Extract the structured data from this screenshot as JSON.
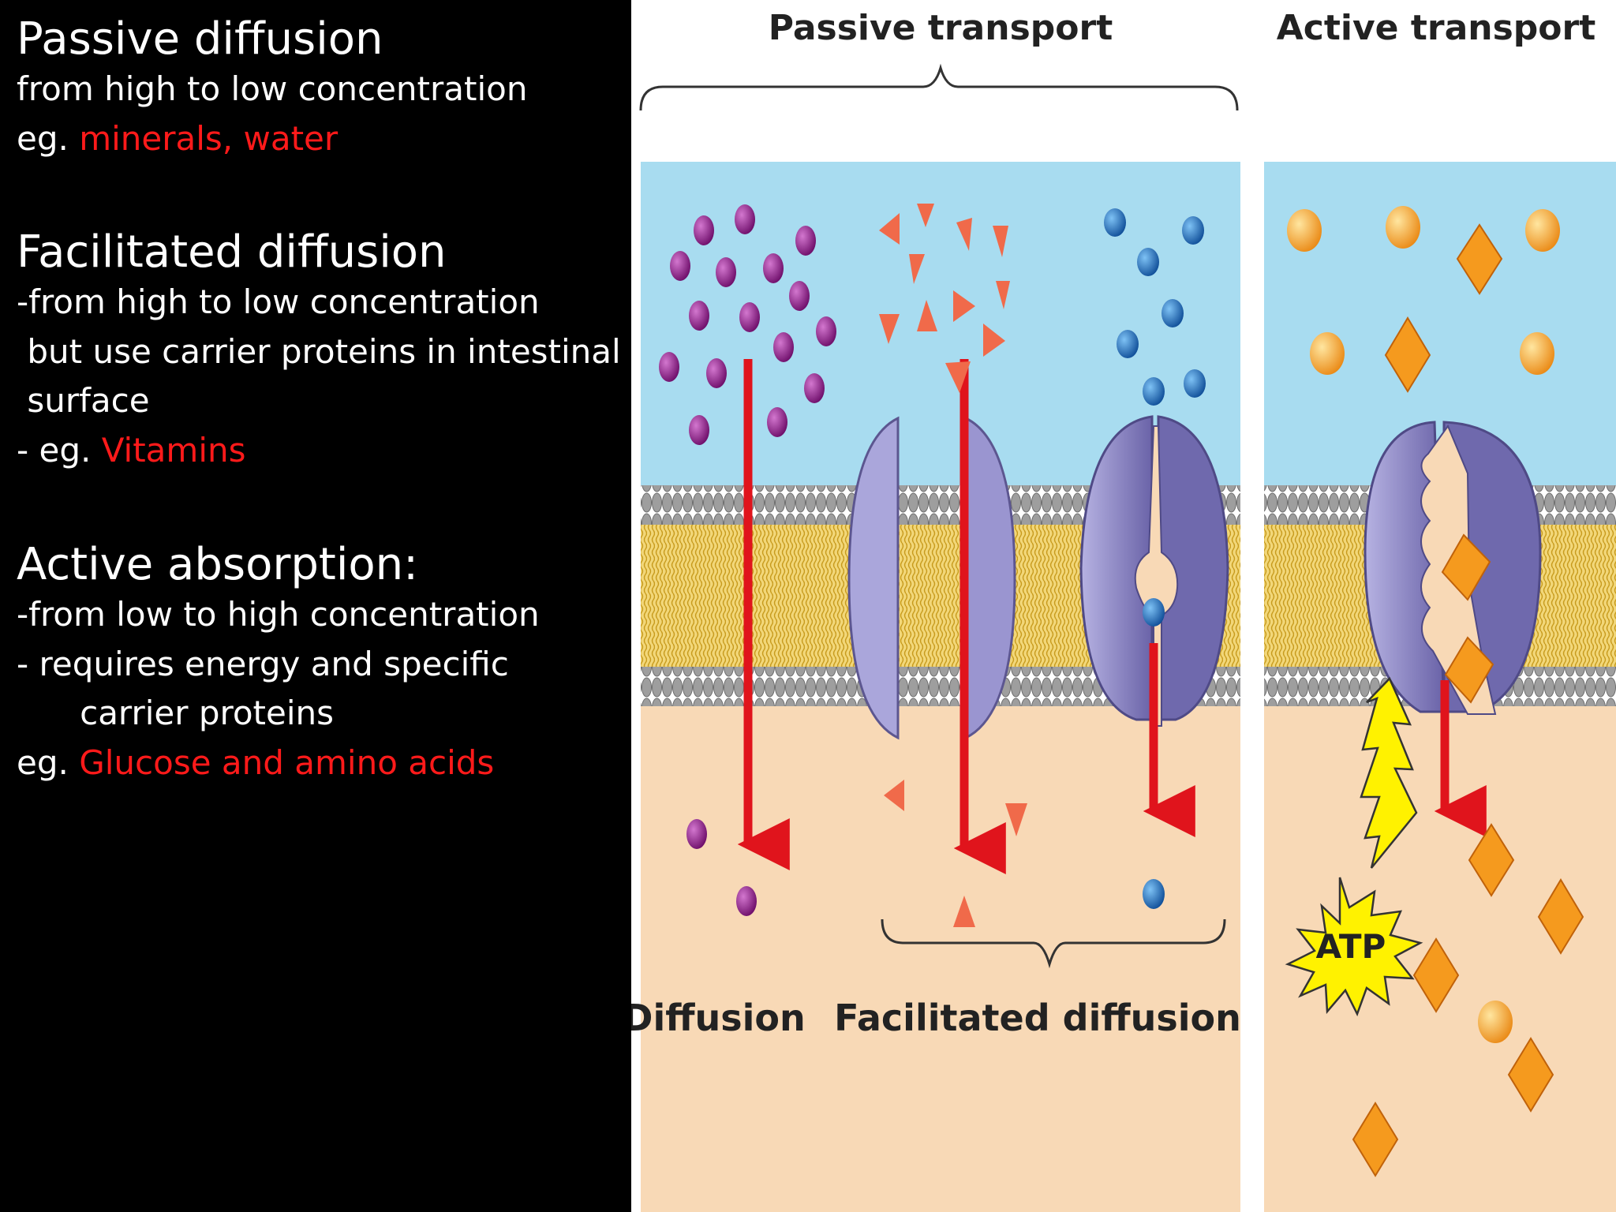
{
  "text_panel": {
    "passive": {
      "heading": "Passive diffusion",
      "line1": "from high to low concentration",
      "eg_prefix": "eg. ",
      "eg_items": "minerals, water"
    },
    "facilitated": {
      "heading": "Facilitated diffusion",
      "line1": "-from high to low concentration",
      "line2": " but use carrier proteins in intestinal",
      "line3": " surface",
      "eg_prefix": "- eg. ",
      "eg_items": "Vitamins"
    },
    "active": {
      "heading": "Active absorption:",
      "line1": "-from low to high concentration",
      "line2": "- requires energy and specific",
      "line3": "      carrier proteins",
      "eg_prefix": "eg. ",
      "eg_items": "Glucose and amino acids"
    }
  },
  "figure": {
    "passive_transport_title": "Passive transport",
    "active_transport_title": "Active transport",
    "diffusion_label": "Diffusion",
    "facilitated_label": "Facilitated diffusion",
    "atp_label": "ATP",
    "colors": {
      "extracellular": "#a8dcf0",
      "intracellular": "#f8d9b6",
      "lipid_tail": "#e8c24a",
      "lipid_head": "#9a9a9a",
      "arrow": "#e0141c",
      "purple_molecule": "#8b1f86",
      "triangle_molecule": "#f06a4a",
      "blue_molecule": "#1f6fc0",
      "orange_molecule": "#f59a1e",
      "protein": "#8c86c8"
    }
  }
}
